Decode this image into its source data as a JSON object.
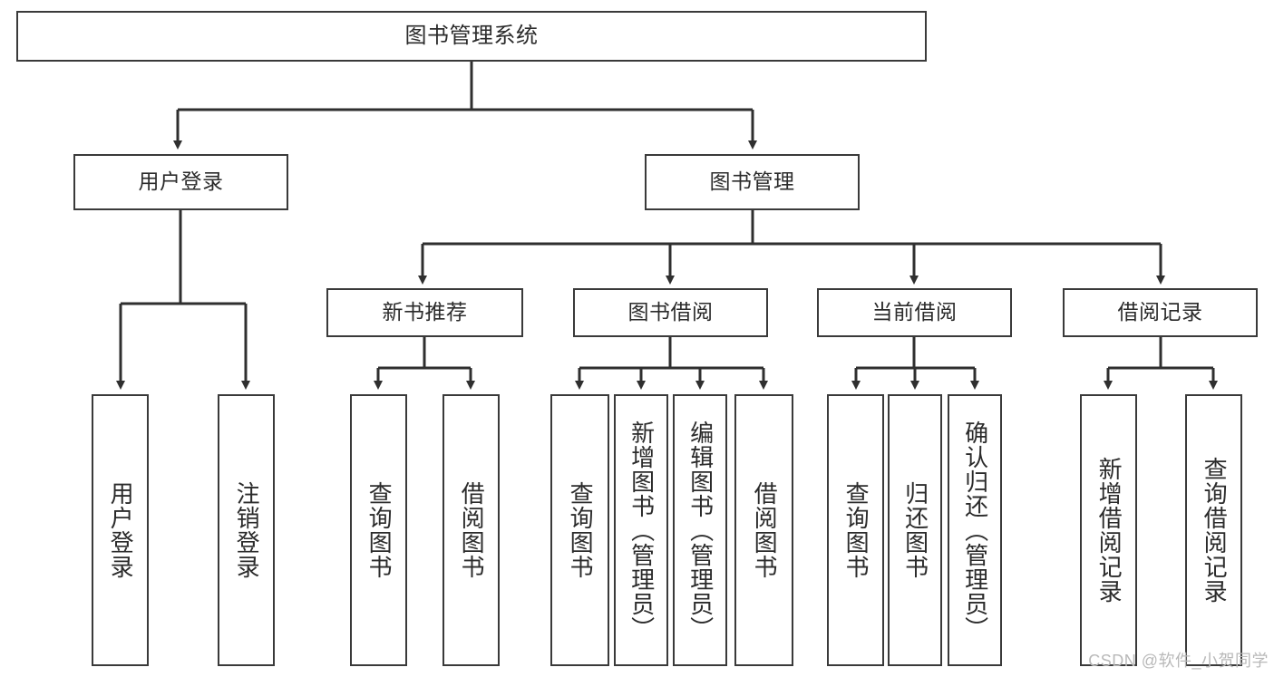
{
  "diagram": {
    "title": "图书管理系统",
    "type": "tree-hierarchy-diagram",
    "colors": {
      "box_border": "#3a3a3a",
      "box_fill": "#ffffff",
      "connector": "#2f2f2f",
      "text": "#2b2b2b",
      "watermark": "#b9b9b9",
      "background": "#ffffff"
    },
    "root": {
      "label": "图书管理系统"
    },
    "level2": [
      {
        "label": "用户登录"
      },
      {
        "label": "图书管理"
      }
    ],
    "level3": [
      {
        "label": "新书推荐"
      },
      {
        "label": "图书借阅"
      },
      {
        "label": "当前借阅"
      },
      {
        "label": "借阅记录"
      }
    ],
    "leaves": {
      "user_login": [
        {
          "label": "用户登录"
        },
        {
          "label": "注销登录"
        }
      ],
      "new_book_recommend": [
        {
          "label": "查询图书"
        },
        {
          "label": "借阅图书"
        }
      ],
      "book_borrow": [
        {
          "label": "查询图书"
        },
        {
          "label": "新增图书（管理员）"
        },
        {
          "label": "编辑图书（管理员）"
        },
        {
          "label": "借阅图书"
        }
      ],
      "current_borrow": [
        {
          "label": "查询图书"
        },
        {
          "label": "归还图书"
        },
        {
          "label": "确认归还（管理员）"
        }
      ],
      "borrow_records": [
        {
          "label": "新增借阅记录"
        },
        {
          "label": "查询借阅记录"
        }
      ]
    }
  },
  "watermark": {
    "text": "CSDN @软件_小贺同学"
  }
}
